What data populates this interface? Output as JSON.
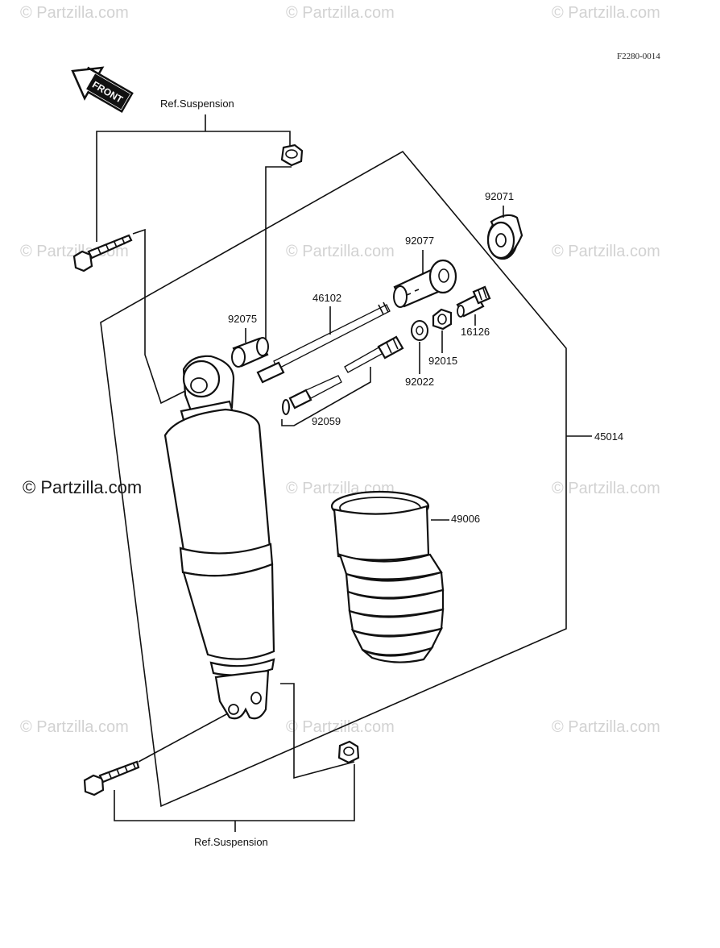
{
  "diagram_code": "F2280-0014",
  "front_label": "FRONT",
  "watermark_text": "© Partzilla.com",
  "watermark_main": "© Partzilla.com",
  "ref_top": "Ref.Suspension",
  "ref_bottom": "Ref.Suspension",
  "parts": {
    "p92071": "92071",
    "p92077": "92077",
    "p46102": "46102",
    "p92075": "92075",
    "p16126": "16126",
    "p92015": "92015",
    "p92022": "92022",
    "p92059": "92059",
    "p45014": "45014",
    "p49006": "49006"
  },
  "colors": {
    "ink": "#111111",
    "watermark": "#d2d2d2",
    "background": "#ffffff"
  }
}
